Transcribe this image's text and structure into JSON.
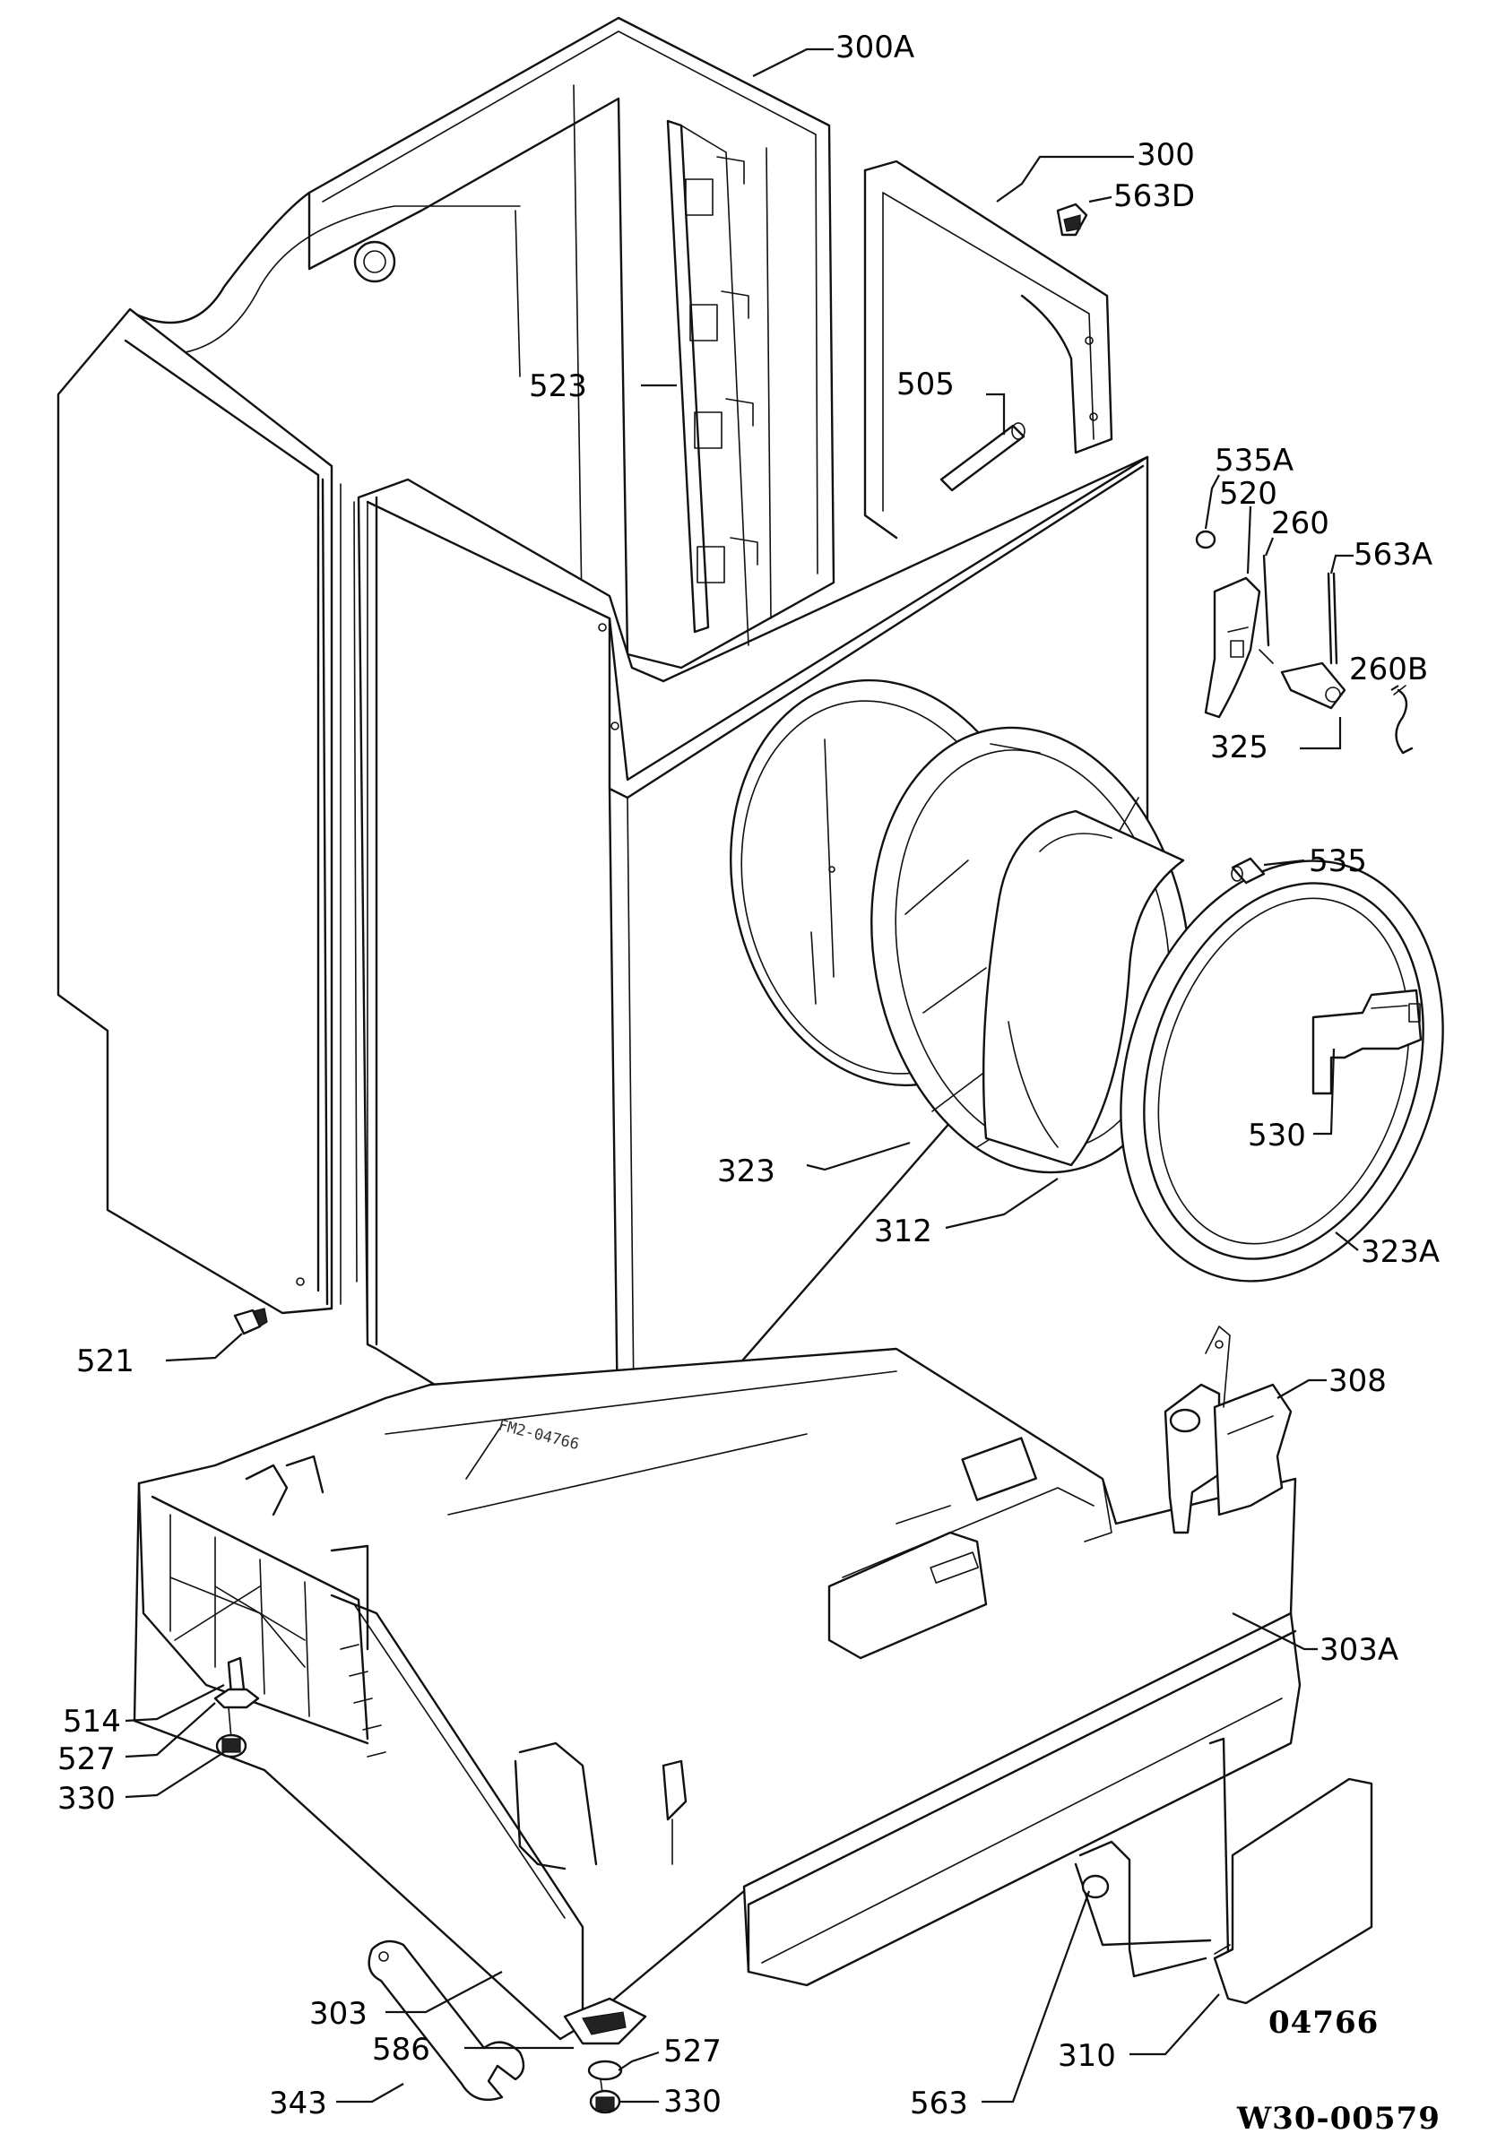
{
  "callouts": {
    "c300A": "300A",
    "c300": "300",
    "c563D": "563D",
    "c523": "523",
    "c505": "505",
    "c535A": "535A",
    "c520": "520",
    "c260": "260",
    "c563A": "563A",
    "c260B": "260B",
    "c325": "325",
    "c535": "535",
    "c530": "530",
    "c323": "323",
    "c312": "312",
    "c323A": "323A",
    "c521": "521",
    "c308": "308",
    "c303A": "303A",
    "c514": "514",
    "c527_left": "527",
    "c330_left": "330",
    "c303": "303",
    "c586": "586",
    "c527_bottom": "527",
    "c330_bottom": "330",
    "c563": "563",
    "c310": "310",
    "c343": "343"
  },
  "stamp": "FM2-04766",
  "references": {
    "figure_number": "04766",
    "document_code": "W30-00579"
  }
}
